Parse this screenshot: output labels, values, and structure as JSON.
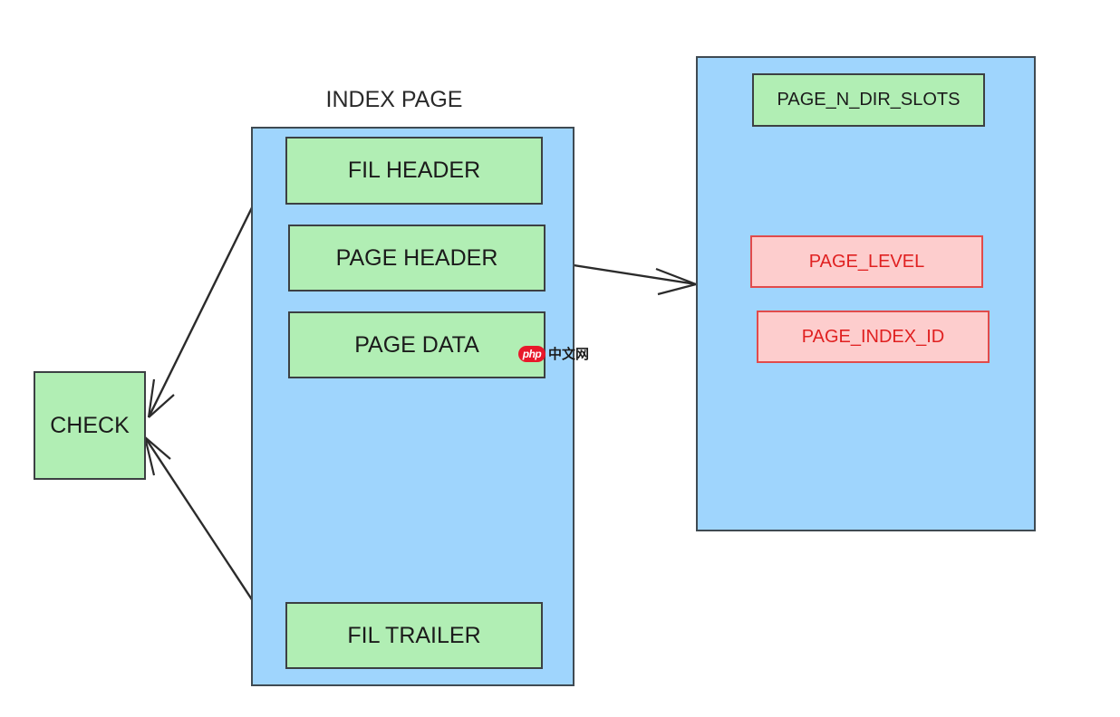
{
  "diagram": {
    "title": "INDEX PAGE",
    "index_page": {
      "label": "INDEX PAGE",
      "fill_color": "#9fd5fd",
      "border_color": "#3f4a52",
      "sections": [
        {
          "label": "FIL HEADER"
        },
        {
          "label": "PAGE HEADER"
        },
        {
          "label": "PAGE DATA"
        },
        {
          "label": "FIL TRAILER"
        }
      ]
    },
    "page_header_detail": {
      "fill_color": "#9fd5fd",
      "border_color": "#3f4a52",
      "fields": [
        {
          "label": "PAGE_N_DIR_SLOTS",
          "style": "green"
        },
        {
          "label": "PAGE_LEVEL",
          "style": "red"
        },
        {
          "label": "PAGE_INDEX_ID",
          "style": "red"
        }
      ]
    },
    "check_node": {
      "label": "CHECK",
      "fill_color": "#b1eeb4",
      "border_color": "#3c4043"
    },
    "connections": [
      {
        "from": "FIL HEADER",
        "to": "CHECK"
      },
      {
        "from": "FIL TRAILER",
        "to": "CHECK"
      },
      {
        "from": "PAGE HEADER",
        "to": "PAGE HEADER DETAIL"
      }
    ],
    "colors": {
      "green_fill": "#b1eeb4",
      "green_border": "#3c4043",
      "red_fill": "#fdcdcd",
      "red_border": "#e14b4b",
      "red_text": "#e02020",
      "blue_fill": "#9fd5fd",
      "blue_border": "#3f4a52",
      "edge": "#2b2b2b"
    }
  },
  "watermark": {
    "badge": "php",
    "text": "中文网"
  }
}
